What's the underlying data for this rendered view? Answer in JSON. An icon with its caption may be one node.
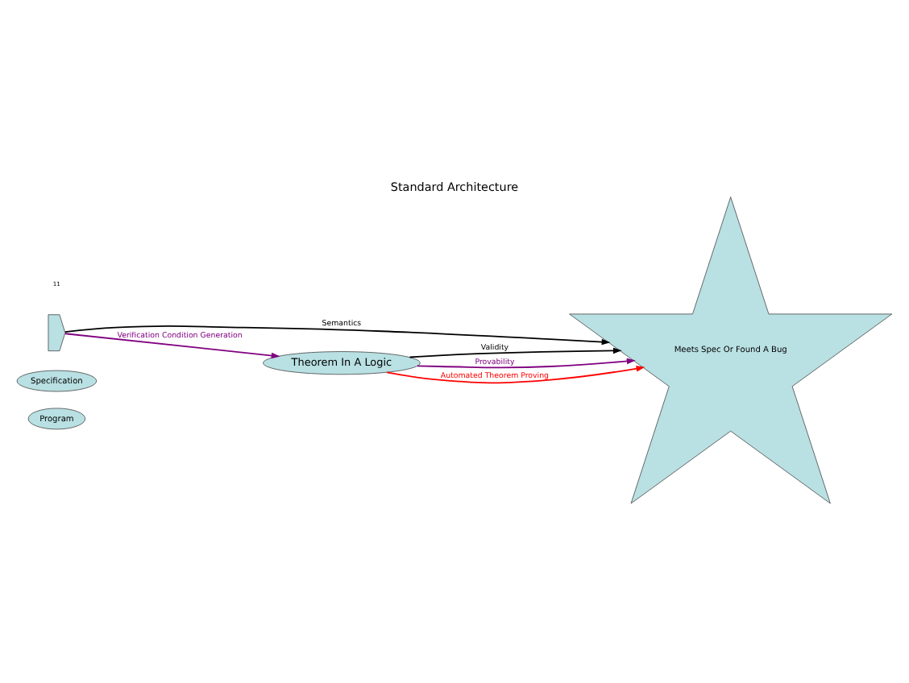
{
  "diagram": {
    "title": "Standard Architecture",
    "nodes": [
      {
        "text": [
          "Program"
        ]
      },
      {
        "text": [
          "Specification"
        ]
      },
      {
        "text": [],
        "shape": "chevron"
      },
      {
        "text": [
          "Meets Spec Or Found A Bug"
        ]
      },
      {
        "text": [
          "Theorem In A Logic"
        ]
      }
    ],
    "edges": [
      {
        "from": 2,
        "to": 3,
        "arrow": "to",
        "label": "Semantics"
      },
      {
        "from": 2,
        "to": 4,
        "arrow": "to",
        "label": "Verification Condition Generation",
        "color": "#800080"
      },
      {
        "from": 4,
        "to": 3,
        "arrow": "to",
        "label": "Validity"
      },
      {
        "from": 4,
        "to": 3,
        "arrow": "to",
        "label": "Provability",
        "color": "#800080"
      },
      {
        "from": 4,
        "to": 3,
        "arrow": "to",
        "label": "Automated Theorem Proving",
        "color": "#ff0000"
      }
    ],
    "labels": [
      "11"
    ]
  }
}
